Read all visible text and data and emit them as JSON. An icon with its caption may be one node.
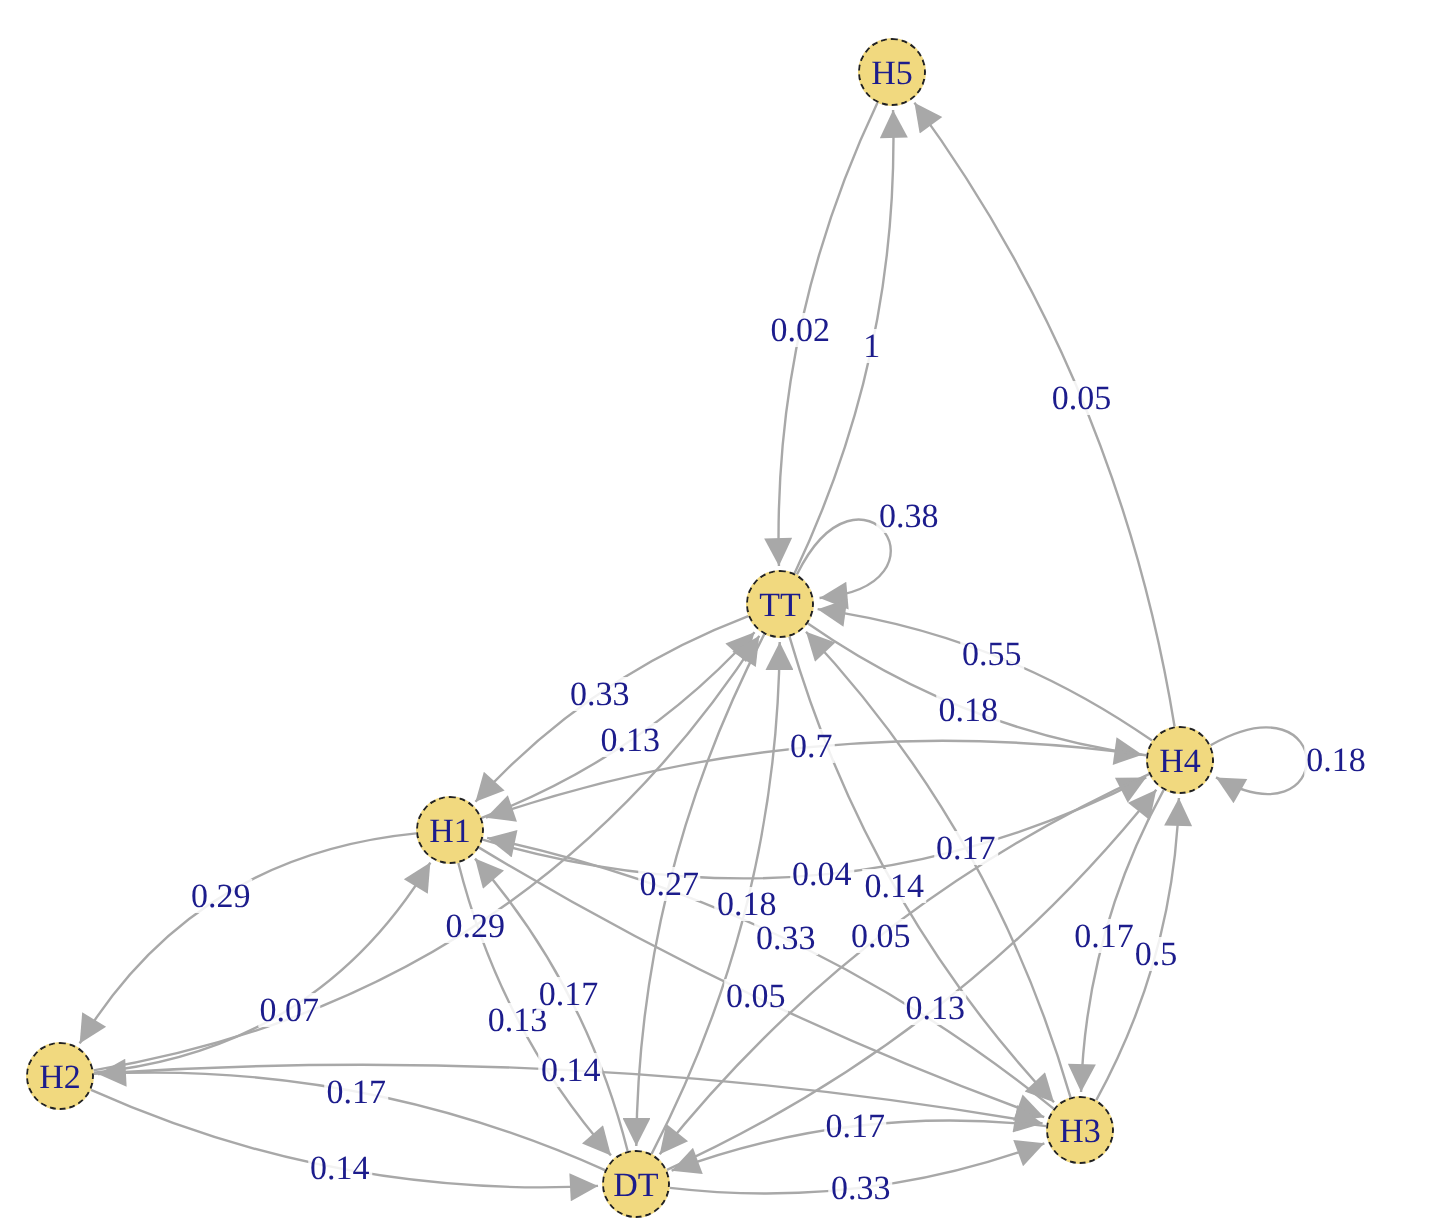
{
  "diagram": {
    "nodes": [
      {
        "text": [
          "H5"
        ]
      },
      {
        "text": [
          "TT"
        ]
      },
      {
        "text": [
          "H1"
        ]
      },
      {
        "text": [
          "H4"
        ]
      },
      {
        "text": [
          "H2"
        ]
      },
      {
        "text": [
          "DT"
        ]
      },
      {
        "text": [
          "H3"
        ]
      }
    ],
    "edges": [
      {
        "from": 1,
        "to": 0,
        "arrow": "to",
        "label": "1"
      },
      {
        "from": 0,
        "to": 1,
        "arrow": "to",
        "label": "0.02"
      },
      {
        "from": 3,
        "to": 0,
        "arrow": "to",
        "label": "0.05"
      },
      {
        "from": 1,
        "to": 1,
        "arrow": "to",
        "label": "0.38"
      },
      {
        "from": 1,
        "to": 3,
        "arrow": "to",
        "label": "0.18"
      },
      {
        "from": 3,
        "to": 1,
        "arrow": "to",
        "label": "0.55"
      },
      {
        "from": 2,
        "to": 1,
        "arrow": "to",
        "label": "0.13"
      },
      {
        "from": 1,
        "to": 2,
        "arrow": "to",
        "label": "0.33"
      },
      {
        "from": 2,
        "to": 3,
        "arrow": "to",
        "label": "0.04"
      },
      {
        "from": 1,
        "to": 5,
        "arrow": "to",
        "label": "0.27"
      },
      {
        "from": 5,
        "to": 1,
        "arrow": "to",
        "label": "0.18"
      },
      {
        "from": 3,
        "to": 2,
        "arrow": "to",
        "label": "0.7"
      },
      {
        "from": 1,
        "to": 6,
        "arrow": "to",
        "label": "0.14"
      },
      {
        "from": 2,
        "to": 6,
        "arrow": "to",
        "label": "0.05"
      },
      {
        "from": 2,
        "to": 4,
        "arrow": "to",
        "label": "0.29"
      },
      {
        "from": 4,
        "to": 2,
        "arrow": "to",
        "label": "0.07"
      },
      {
        "from": 4,
        "to": 1,
        "arrow": "to",
        "label": "0.29"
      },
      {
        "from": 2,
        "to": 5,
        "arrow": "to",
        "label": "0.13"
      },
      {
        "from": 5,
        "to": 2,
        "arrow": "to",
        "label": "0.17"
      },
      {
        "from": 5,
        "to": 3,
        "arrow": "to",
        "label": "0.13"
      },
      {
        "from": 6,
        "to": 2,
        "arrow": "to",
        "label": "0.33"
      },
      {
        "from": 4,
        "to": 5,
        "arrow": "to",
        "label": "0.14"
      },
      {
        "from": 4,
        "to": 6,
        "arrow": "to",
        "label": "0.14"
      },
      {
        "from": 5,
        "to": 4,
        "arrow": "to",
        "label": "0.17"
      },
      {
        "from": 5,
        "to": 6,
        "arrow": "to",
        "label": "0.33"
      },
      {
        "from": 6,
        "to": 1,
        "arrow": "to",
        "label": "0.17"
      },
      {
        "from": 3,
        "to": 5,
        "arrow": "to",
        "label": "0.05"
      },
      {
        "from": 6,
        "to": 3,
        "arrow": "to",
        "label": "0.5"
      },
      {
        "from": 3,
        "to": 6,
        "arrow": "to",
        "label": "0.17"
      },
      {
        "from": 6,
        "to": 5,
        "arrow": "to",
        "label": "0.17"
      },
      {
        "from": 3,
        "to": 3,
        "arrow": "to",
        "label": "0.18"
      }
    ]
  }
}
